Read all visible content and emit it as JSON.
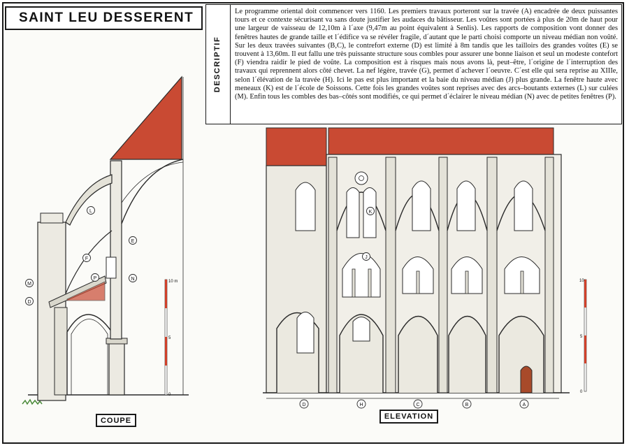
{
  "header": {
    "title": "SAINT LEU DESSERENT"
  },
  "description": {
    "tab_label": "DESCRIPTIF",
    "text": "Le programme oriental doit commencer vers 1160. Les premiers travaux porteront sur la travée (A) encadrée de deux puissantes tours et ce contexte sécurisant va sans doute justifier les audaces du bâtisseur. Les voûtes sont portées à plus de 20m de haut pour une largeur de vaisseau de 12,10m à l´axe (9,47m au point équivalent à Senlis). Les rapports de composition vont donner des fenêtres hautes de grande taille et l´édifice va se révéler fragile, d´autant que le parti choisi comporte un niveau médian non voûté. Sur les deux travées suivantes (B,C), le contrefort externe (D) est limité à 8m tandis que les tailloirs des grandes voûtes (E) se trouvent à 13,60m. Il eut fallu une très puissante structure sous combles pour assurer une bonne liaison et seul un modeste contefort (F) viendra raidir le pied de voûte. La composition est à risques mais nous avons là, peut–être, l´origine de l´interruption des travaux qui reprennent alors côté chevet. La nef légère, travée (G), permet d´achever l´oeuvre. C´est elle qui sera reprise au XIIIe, selon l´élévation de la travée (H). Ici le pas est plus important et la baie du niveau médian (J) plus grande. La fenêtre haute avec meneaux (K) est de l´école de Soissons. Cette fois les grandes voûtes sont reprises avec des arcs–boutants externes (L) sur culées (M). Enfin tous les combles des bas–côtés sont modifiés, ce qui permet d´éclairer le niveau médian (N) avec de petites fenêtres (P)."
  },
  "coupe": {
    "caption": "COUPE",
    "markers": [
      "L",
      "E",
      "F",
      "P",
      "N",
      "M",
      "D"
    ],
    "scale_top": "10 m",
    "scale_mid": "5",
    "scale_bottom": "0"
  },
  "elevation": {
    "caption": "ELEVATION",
    "markers": [
      "K",
      "J"
    ],
    "bay_labels": [
      "D",
      "H",
      "C",
      "B",
      "A"
    ],
    "scale_top": "10",
    "scale_mid": "5",
    "scale_bottom": "0"
  },
  "colors": {
    "roof": "#c94a33",
    "stone": "#eceae2",
    "line": "#2a2a2a",
    "scale_red": "#d0402a",
    "door": "#a84a2a"
  }
}
